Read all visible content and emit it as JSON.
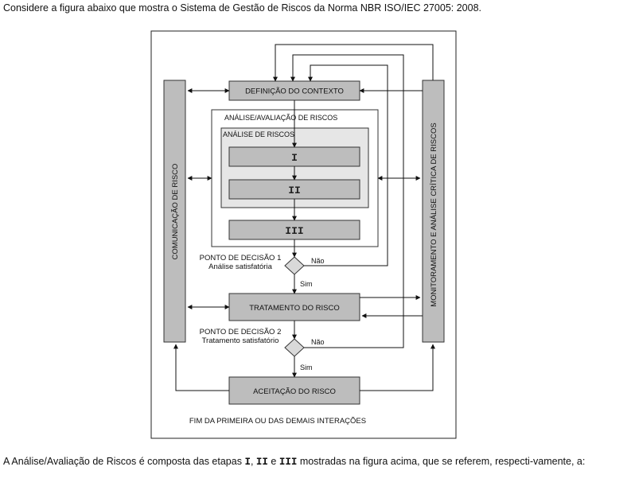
{
  "question": "Considere a figura abaixo que mostra o Sistema de Gestão de Riscos da Norma NBR ISO/IEC 27005: 2008.",
  "diagram": {
    "left_bar": "COMUNICAÇÃO DE RISCO",
    "right_bar": "MONITORAMENTO E ANÁLISE CRÍTICA DE RISCOS",
    "context": "DEFINIÇÃO DO CONTEXTO",
    "assessment": "ANÁLISE/AVALIAÇÃO  DE RISCOS",
    "analysis": "ANÁLISE DE RISCOS",
    "step1": "I",
    "step2": "II",
    "step3": "III",
    "decision1_title": "PONTO DE DECISÃO 1",
    "decision1_sub": "Análise satisfatória",
    "decision2_title": "PONTO DE DECISÃO 2",
    "decision2_sub": "Tratamento satisfatório",
    "no1": "Não",
    "yes1": "Sim",
    "no2": "Não",
    "yes2": "Sim",
    "treatment": "TRATAMENTO DO RISCO",
    "acceptance": "ACEITAÇÃO DO RISCO",
    "footer": "FIM DA PRIMEIRA OU DAS DEMAIS INTERAÇÕES"
  },
  "answer": {
    "prefix": "A Análise/Avaliação de Riscos é composta das etapas ",
    "s1": "I",
    "comma": ", ",
    "s2": "II",
    "and": " e ",
    "s3": "III",
    "suffix": " mostradas na figura acima, que se referem, respecti-vamente, a:"
  }
}
